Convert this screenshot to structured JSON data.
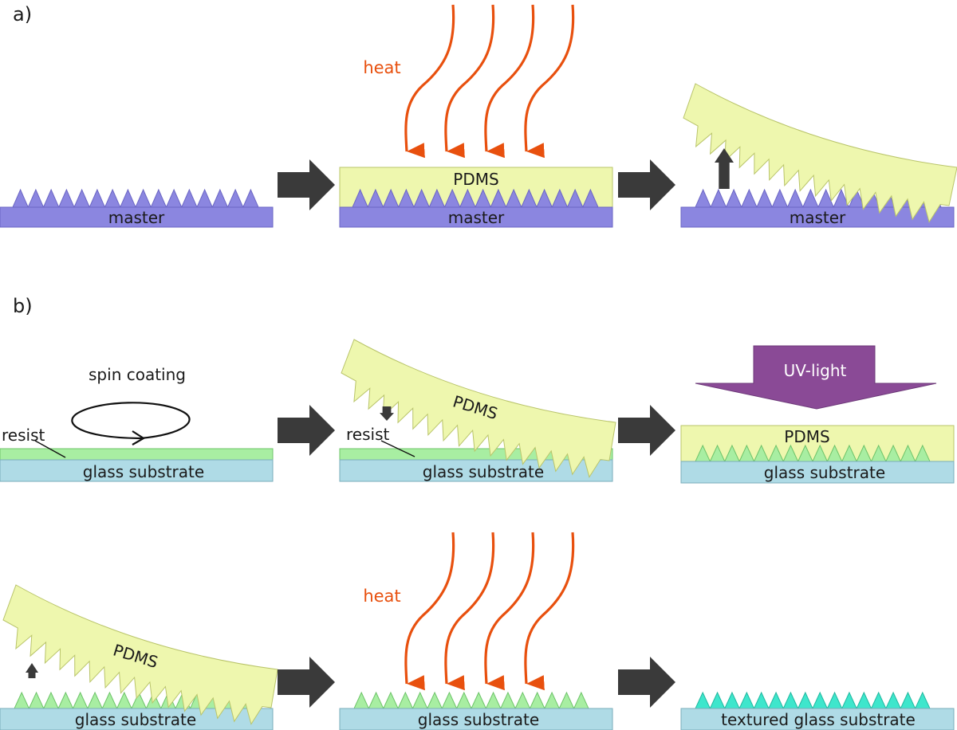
{
  "colors": {
    "master": "#8b86e0",
    "master_stroke": "#6b66c4",
    "pdms": "#eef7ae",
    "pdms_stroke": "#b9c46a",
    "resist": "#a8eea2",
    "resist_stroke": "#6fc46a",
    "glass": "#afdbe6",
    "glass_stroke": "#7aaebb",
    "textured": "#3ee6cc",
    "arrow": "#3a3a3a",
    "heat": "#e8500e",
    "uv": "#8a4a96"
  },
  "panel_a": {
    "label": "a)",
    "step1_base": "master",
    "step2_base": "master",
    "step2_layer": "PDMS",
    "step2_heat": "heat",
    "step3_base": "master"
  },
  "panel_b": {
    "label": "b)",
    "step1_spin": "spin coating",
    "step1_resist": "resist",
    "step1_base": "glass substrate",
    "step2_stamp": "PDMS",
    "step2_resist": "resist",
    "step2_base": "glass substrate",
    "step3_uv": "UV-light",
    "step3_layer": "PDMS",
    "step3_base": "glass substrate",
    "step4_stamp": "PDMS",
    "step4_base": "glass substrate",
    "step5_heat": "heat",
    "step5_base": "glass substrate",
    "step6_base": "textured glass substrate"
  }
}
